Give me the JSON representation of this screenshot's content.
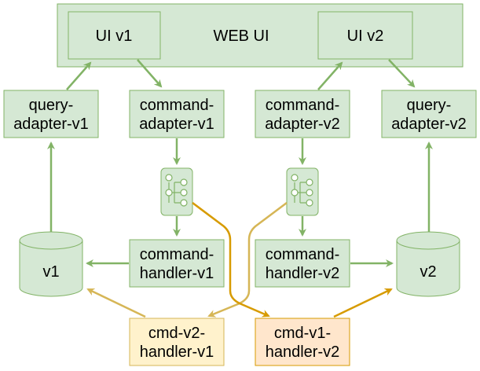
{
  "colors": {
    "green_fill": "#d5e8d4",
    "green_stroke": "#82b366",
    "yellow_fill": "#fff2cc",
    "yellow_stroke": "#d6b656",
    "orange_fill": "#ffe6cc",
    "orange_stroke": "#d79b00"
  },
  "web_ui": {
    "label": "WEB UI"
  },
  "ui_v1": {
    "label": "UI v1"
  },
  "ui_v2": {
    "label": "UI v2"
  },
  "query_adapter_v1": {
    "line1": "query-",
    "line2": "adapter-v1"
  },
  "command_adapter_v1": {
    "line1": "command-",
    "line2": "adapter-v1"
  },
  "command_adapter_v2": {
    "line1": "command-",
    "line2": "adapter-v2"
  },
  "query_adapter_v2": {
    "line1": "query-",
    "line2": "adapter-v2"
  },
  "command_handler_v1": {
    "line1": "command-",
    "line2": "handler-v1"
  },
  "command_handler_v2": {
    "line1": "command-",
    "line2": "handler-v2"
  },
  "db_v1": {
    "label": "v1"
  },
  "db_v2": {
    "label": "v2"
  },
  "cmd_v2_handler_v1": {
    "line1": "cmd-v2-",
    "line2": "handler-v1"
  },
  "cmd_v1_handler_v2": {
    "line1": "cmd-v1-",
    "line2": "handler-v2"
  },
  "queue_icons": [
    "topic-queue-icon",
    "topic-queue-icon"
  ]
}
